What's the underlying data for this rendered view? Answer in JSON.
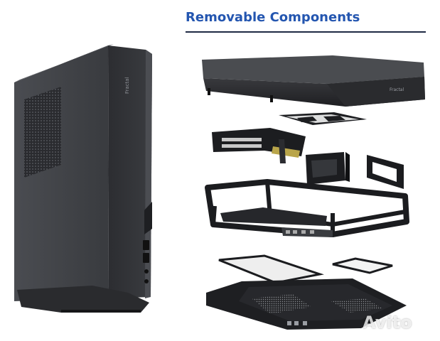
{
  "header": {
    "title": "Removable Components"
  },
  "case": {
    "brand_text": "Fractal"
  },
  "top_cover": {
    "brand_text": "Fractal"
  },
  "watermark": {
    "text": "Avito"
  },
  "colors": {
    "title": "#2456b0",
    "rule": "#1f2a44",
    "case_body": "#3f4146",
    "case_dark": "#232428",
    "parts_black": "#1b1c1f"
  }
}
